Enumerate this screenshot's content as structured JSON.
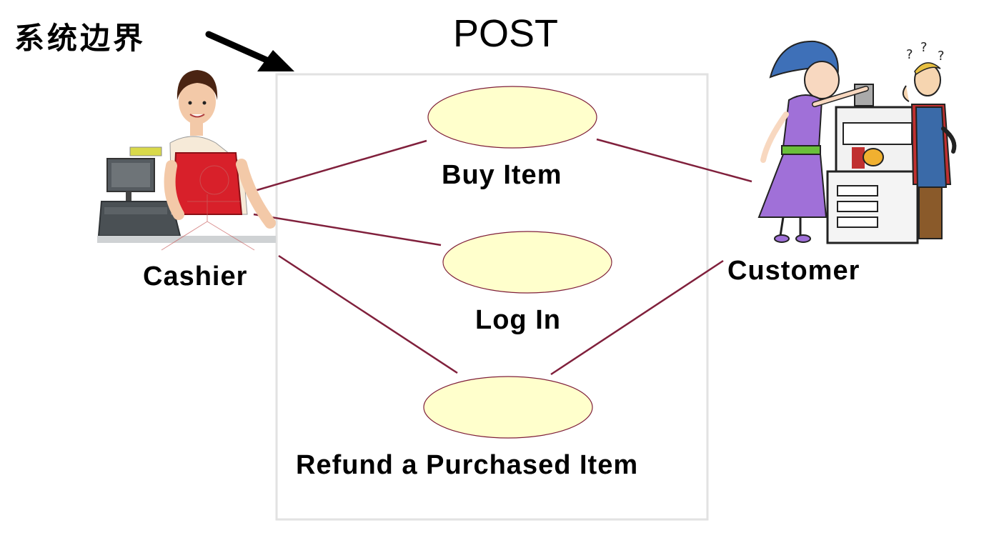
{
  "annotation": {
    "text": "系统边界"
  },
  "system": {
    "title": "POST"
  },
  "actors": [
    {
      "id": "cashier",
      "label": "Cashier"
    },
    {
      "id": "customer",
      "label": "Customer"
    }
  ],
  "use_cases": [
    {
      "id": "buy-item",
      "label": "Buy Item"
    },
    {
      "id": "log-in",
      "label": "Log In"
    },
    {
      "id": "refund",
      "label": "Refund a Purchased Item"
    }
  ],
  "associations": [
    {
      "from": "cashier",
      "to": "buy-item"
    },
    {
      "from": "cashier",
      "to": "log-in"
    },
    {
      "from": "cashier",
      "to": "refund"
    },
    {
      "from": "customer",
      "to": "buy-item"
    },
    {
      "from": "customer",
      "to": "refund"
    }
  ],
  "colors": {
    "use_case_fill": "#ffffcc",
    "use_case_stroke": "#7f1f3a",
    "association_line": "#80203c",
    "system_border": "#e2e2e2",
    "cashier_apron": "#d8202a",
    "customer_dress": "#a070d8"
  }
}
